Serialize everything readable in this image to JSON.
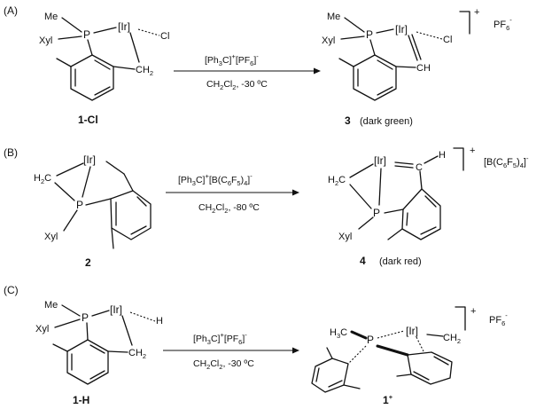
{
  "panels": [
    {
      "tag": "(A)",
      "reactant_label": "1-Cl",
      "product_label": "3",
      "product_note": "(dark green)",
      "reagent": {
        "a": "[Ph",
        "b": "3",
        "c": "C]",
        "d": "+",
        "e": "[PF",
        "f": "6",
        "g": "]",
        "h": "-"
      },
      "solvent": {
        "a": "CH",
        "b": "2",
        "c": "Cl",
        "d": "2",
        "e": ", -30 ºC"
      },
      "charge": "+",
      "counterion": {
        "a": "PF",
        "b": "6",
        "c": "-"
      }
    },
    {
      "tag": "(B)",
      "reactant_label": "2",
      "product_label": "4",
      "product_note": "(dark red)",
      "reagent": {
        "a": "[Ph",
        "b": "3",
        "c": "C]",
        "d": "+",
        "e": "[B(C",
        "f": "6",
        "g": "F",
        "h": "5",
        "i": ")",
        "j": "4",
        "k": "]",
        "l": "-"
      },
      "solvent": {
        "a": "CH",
        "b": "2",
        "c": "Cl",
        "d": "2",
        "e": ", -80 ºC"
      },
      "charge": "+",
      "counterion": {
        "a": "[B(C",
        "b": "6",
        "c": "F",
        "d": "5",
        "e": ")",
        "f": "4",
        "g": "]",
        "h": "-"
      }
    },
    {
      "tag": "(C)",
      "reactant_label": "1-H",
      "product_label": "1",
      "product_label_sup": "+",
      "reagent": {
        "a": "[Ph",
        "b": "3",
        "c": "C]",
        "d": "+",
        "e": "[PF",
        "f": "6",
        "g": "]",
        "h": "-"
      },
      "solvent": {
        "a": "CH",
        "b": "2",
        "c": "Cl",
        "d": "2",
        "e": ", -30 ºC"
      },
      "charge": "+",
      "counterion": {
        "a": "PF",
        "b": "6",
        "c": "-"
      }
    }
  ],
  "atoms": {
    "me": "Me",
    "xyl": "Xyl",
    "p": "P",
    "ir": "[Ir]",
    "cl": "Cl",
    "h": "H",
    "ch": "CH",
    "c": "C",
    "h2c_h": "H",
    "h2c_2": "2",
    "h2c_c": "C",
    "ch2_ch": "CH",
    "ch2_2": "2",
    "h3c_h": "H",
    "h3c_3": "3",
    "h3c_c": "C"
  }
}
